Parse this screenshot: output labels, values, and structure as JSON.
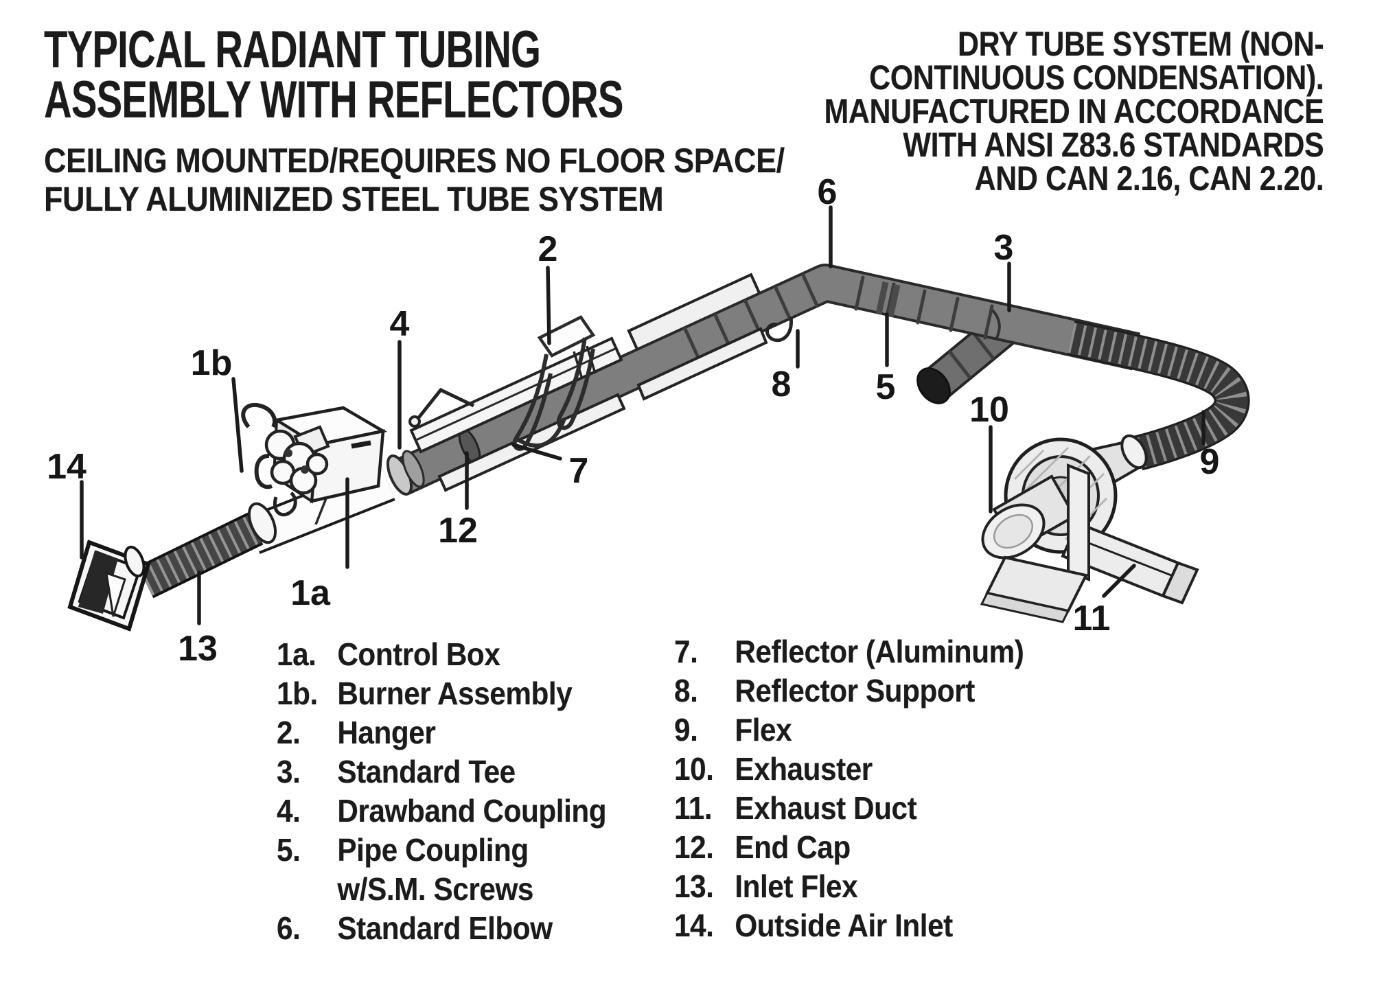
{
  "header": {
    "title_lines": [
      "TYPICAL RADIANT TUBING",
      "ASSEMBLY WITH REFLECTORS"
    ],
    "subtitle_lines": [
      "CEILING MOUNTED/REQUIRES NO FLOOR SPACE/",
      "FULLY ALUMINIZED STEEL TUBE SYSTEM"
    ],
    "note_lines": [
      "DRY TUBE SYSTEM (NON-",
      "CONTINUOUS CONDENSATION).",
      "MANUFACTURED IN ACCORDANCE",
      "WITH ANSI Z83.6 STANDARDS",
      "AND CAN 2.16, CAN 2.20."
    ]
  },
  "diagram": {
    "callouts": [
      {
        "num": "1a",
        "part": "Control Box"
      },
      {
        "num": "1b",
        "part": "Burner Assembly"
      },
      {
        "num": "2",
        "part": "Hanger"
      },
      {
        "num": "3",
        "part": "Standard Tee"
      },
      {
        "num": "4",
        "part": "Drawband Coupling"
      },
      {
        "num": "5",
        "part": "Pipe Coupling w/S.M. Screws"
      },
      {
        "num": "6",
        "part": "Standard Elbow"
      },
      {
        "num": "7",
        "part": "Reflector (Aluminum)"
      },
      {
        "num": "8",
        "part": "Reflector Support"
      },
      {
        "num": "9",
        "part": "Flex"
      },
      {
        "num": "10",
        "part": "Exhauster"
      },
      {
        "num": "11",
        "part": "Exhaust Duct"
      },
      {
        "num": "12",
        "part": "End Cap"
      },
      {
        "num": "13",
        "part": "Inlet Flex"
      },
      {
        "num": "14",
        "part": "Outside Air Inlet"
      }
    ]
  },
  "legend": {
    "left": [
      {
        "num": "1a.",
        "label": "Control Box"
      },
      {
        "num": "1b.",
        "label": "Burner Assembly"
      },
      {
        "num": "2.",
        "label": "Hanger"
      },
      {
        "num": "3.",
        "label": "Standard Tee"
      },
      {
        "num": "4.",
        "label": "Drawband Coupling"
      },
      {
        "num": "5.",
        "label": "Pipe Coupling"
      },
      {
        "num": "",
        "label": "w/S.M. Screws"
      },
      {
        "num": "6.",
        "label": "Standard Elbow"
      }
    ],
    "right": [
      {
        "num": "7.",
        "label": "Reflector (Aluminum)"
      },
      {
        "num": "8.",
        "label": "Reflector Support"
      },
      {
        "num": "9.",
        "label": "Flex"
      },
      {
        "num": "10.",
        "label": "Exhauster"
      },
      {
        "num": "11.",
        "label": "Exhaust Duct"
      },
      {
        "num": "12.",
        "label": "End Cap"
      },
      {
        "num": "13.",
        "label": "Inlet Flex"
      },
      {
        "num": "14.",
        "label": "Outside Air Inlet"
      }
    ]
  },
  "colors": {
    "ink": "#1b1b1b",
    "tube": "#7e7e7e",
    "flex": "#383838",
    "reflector": "#f4f4f4",
    "exhauster": "#ececec",
    "background": "#ffffff"
  }
}
